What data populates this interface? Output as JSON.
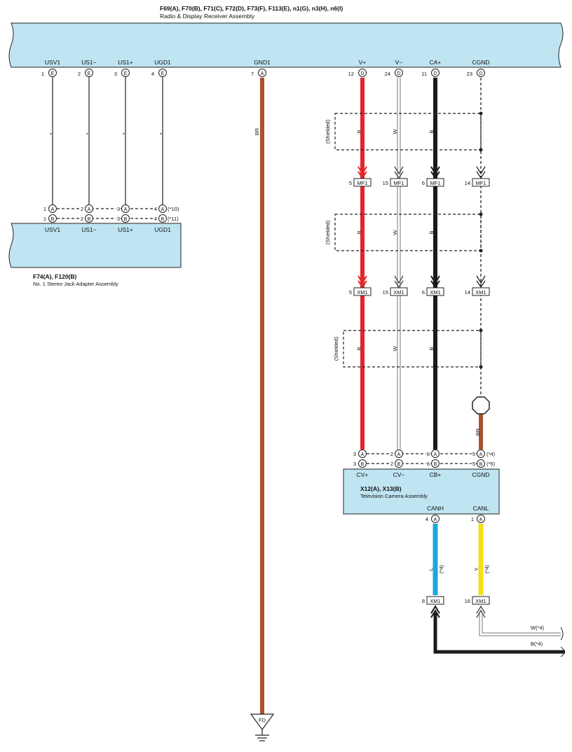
{
  "radio": {
    "title": "F69(A), F70(B), F71(C), F72(D), F73(F), F113(E), n1(G), n3(H), n6(I)",
    "subtitle": "Radio & Display Receiver Assembly",
    "color": "#bfe4f2",
    "pins": [
      {
        "label": "USV1",
        "num": "1",
        "conn": "E"
      },
      {
        "label": "US1−",
        "num": "2",
        "conn": "E"
      },
      {
        "label": "US1+",
        "num": "3",
        "conn": "E"
      },
      {
        "label": "UGD1",
        "num": "4",
        "conn": "E"
      },
      {
        "label": "GND1",
        "num": "7",
        "conn": "A"
      },
      {
        "label": "V+",
        "num": "12",
        "conn": "D"
      },
      {
        "label": "V−",
        "num": "24",
        "conn": "D"
      },
      {
        "label": "CA+",
        "num": "11",
        "conn": "D"
      },
      {
        "label": "CGND",
        "num": "23",
        "conn": "D"
      }
    ]
  },
  "jack": {
    "title": "F74(A), F120(B)",
    "subtitle": "No. 1 Stereo Jack Adapter Assembly",
    "labels": [
      "USV1",
      "US1−",
      "US1+",
      "UGD1"
    ],
    "row_a": {
      "nums": [
        "1",
        "2",
        "3",
        "4"
      ],
      "conn": "A",
      "note": "(*10)"
    },
    "row_b": {
      "nums": [
        "1",
        "2",
        "3",
        "4"
      ],
      "conn": "B",
      "note": "(*11)"
    },
    "wire_code": "*"
  },
  "ground": {
    "wire_color": "BR",
    "symbol": "FD"
  },
  "camera_wires": {
    "colors": [
      "R",
      "W",
      "B"
    ],
    "shielded": "(Shielded)",
    "mf_connector": {
      "nums": [
        "5",
        "15",
        "6",
        "14"
      ],
      "name": "MF1"
    },
    "xm_connector": {
      "nums": [
        "5",
        "15",
        "6",
        "14"
      ],
      "name": "XM1"
    },
    "cgnd_wire": "BR"
  },
  "camera": {
    "title": "X12(A), X13(B)",
    "subtitle": "Television Camera Assembly",
    "labels": [
      "CV+",
      "CV−",
      "CB+",
      "CGND"
    ],
    "row_a": {
      "nums": [
        "3",
        "2",
        "6",
        "5"
      ],
      "conn": "A",
      "note": "(*4)"
    },
    "row_b": {
      "nums": [
        "3",
        "2",
        "6",
        "5"
      ],
      "conn": "B",
      "note": "(*5)"
    },
    "can_labels": [
      "CANH",
      "CANL"
    ],
    "can_nums": [
      "4",
      "1"
    ],
    "can_conn": "A"
  },
  "can_wires": {
    "colors": [
      "L",
      "Y"
    ],
    "note": "(*4)",
    "connector": {
      "nums": [
        "8",
        "16"
      ],
      "name": "XM1"
    },
    "bus_labels": [
      "W(*4)",
      "B(*4)"
    ]
  },
  "wire_colors": {
    "red": "#e4252a",
    "brown": "#a9522c",
    "black": "#1b1b1b",
    "blue": "#1aa6df",
    "yellow": "#f3df1a",
    "box_fill": "#bfe4f2"
  }
}
